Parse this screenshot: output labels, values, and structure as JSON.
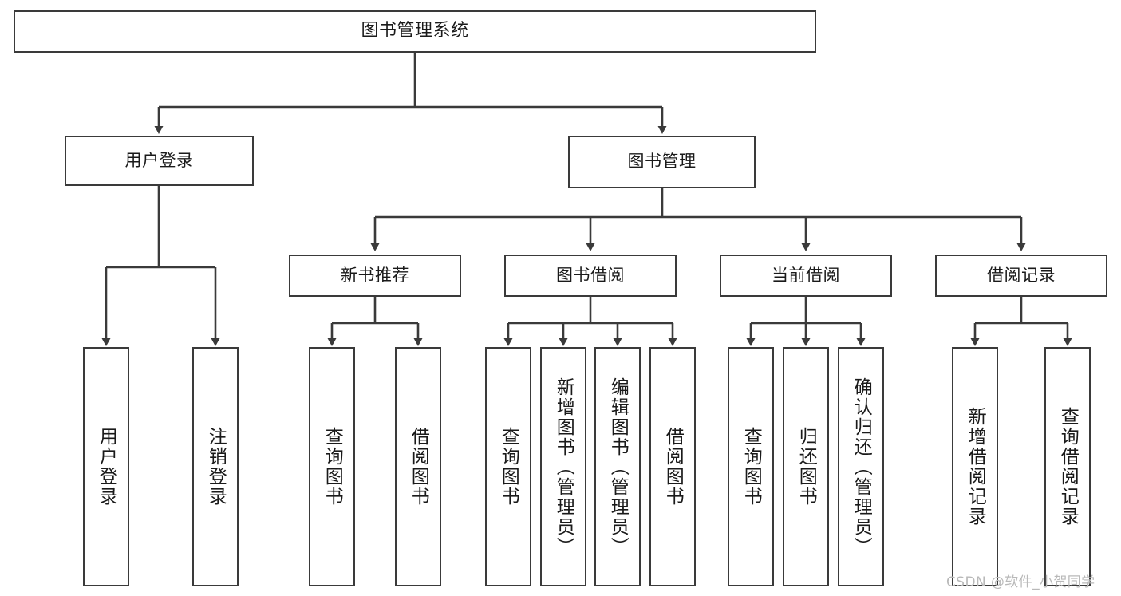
{
  "diagram": {
    "title": "图书管理系统",
    "type": "tree-hierarchy",
    "root": {
      "label": "图书管理系统"
    },
    "level2": [
      {
        "label": "用户登录"
      },
      {
        "label": "图书管理"
      }
    ],
    "level3": [
      {
        "label": "新书推荐"
      },
      {
        "label": "图书借阅"
      },
      {
        "label": "当前借阅"
      },
      {
        "label": "借阅记录"
      }
    ],
    "leaves": {
      "user_login": [
        {
          "label": "用户登录"
        },
        {
          "label": "注销登录"
        }
      ],
      "new_book_recommend": [
        {
          "label": "查询图书"
        },
        {
          "label": "借阅图书"
        }
      ],
      "book_borrow": [
        {
          "label": "查询图书"
        },
        {
          "label": "新增图书（管理员）"
        },
        {
          "label": "编辑图书（管理员）"
        },
        {
          "label": "借阅图书"
        }
      ],
      "current_borrow": [
        {
          "label": "查询图书"
        },
        {
          "label": "归还图书"
        },
        {
          "label": "确认归还（管理员）"
        }
      ],
      "borrow_record": [
        {
          "label": "新增借阅记录"
        },
        {
          "label": "查询借阅记录"
        }
      ]
    }
  },
  "watermark": {
    "text": "CSDN @软件_小贺同学"
  },
  "colors": {
    "stroke": "#3a3a3a",
    "fill": "#ffffff",
    "text": "#1a1a1a",
    "watermark": "#b9b9b9"
  }
}
